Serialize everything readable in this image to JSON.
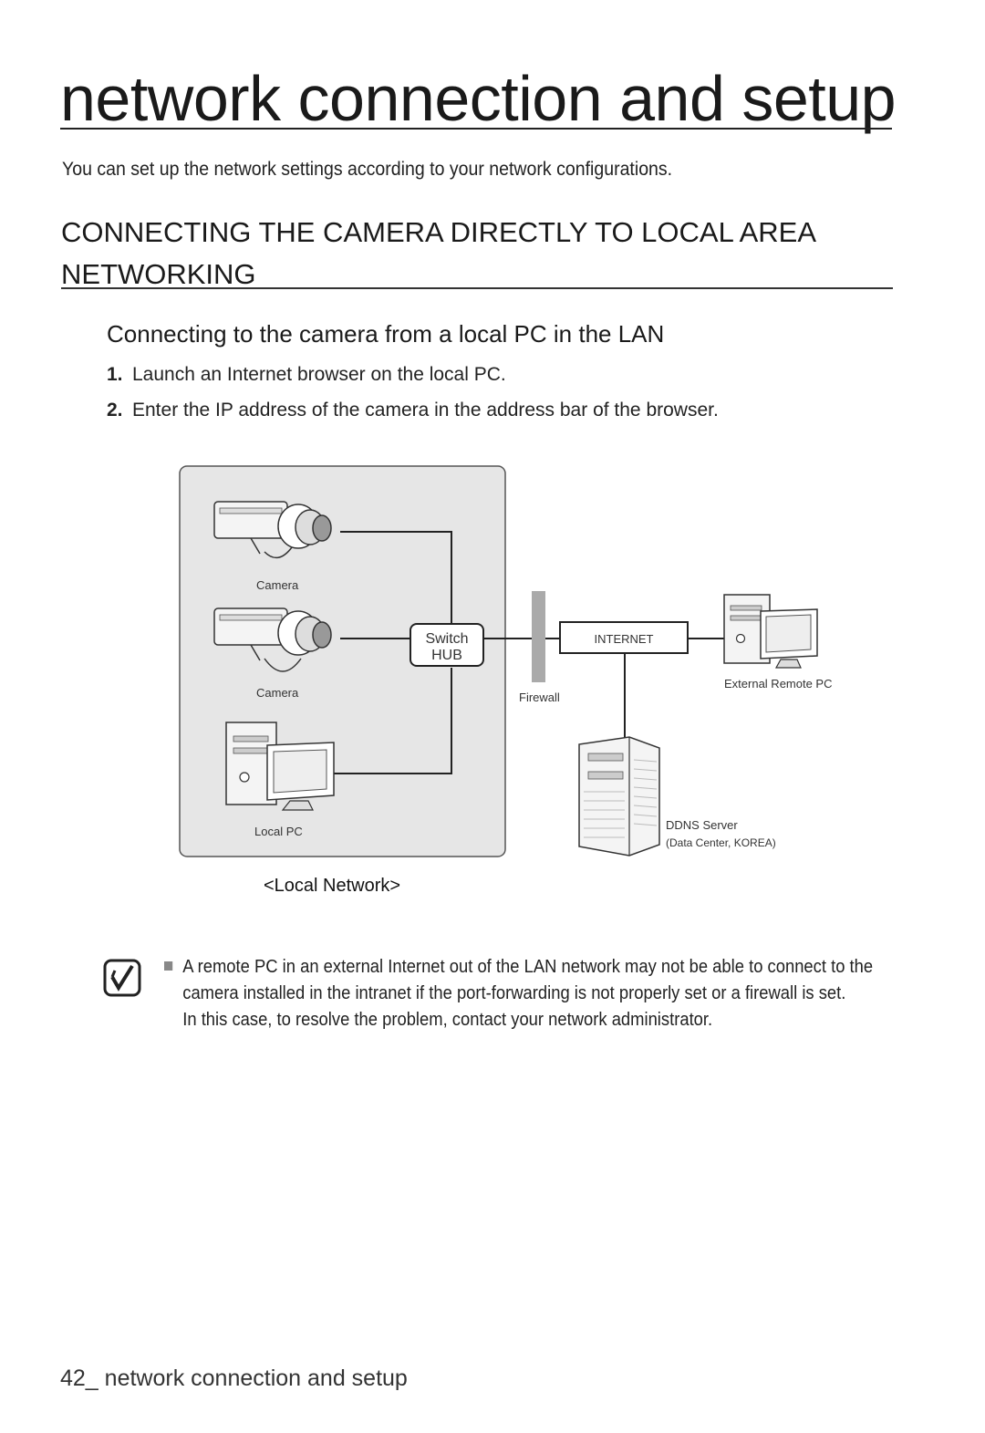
{
  "page": {
    "title": "network connection and setup",
    "intro": "You can set up the network settings according to your network configurations.",
    "section_heading_line1": "CONNECTING THE CAMERA DIRECTLY TO LOCAL AREA",
    "section_heading_line2": "NETWORKING",
    "sub_heading": "Connecting to the camera from a local PC in the LAN",
    "steps": [
      {
        "num": "1.",
        "text": "Launch an Internet browser on the local PC."
      },
      {
        "num": "2.",
        "text": "Enter the IP address of the camera in the address bar of the browser."
      }
    ]
  },
  "diagram": {
    "camera1_label": "Camera",
    "camera2_label": "Camera",
    "local_pc_label": "Local PC",
    "hub_line1": "Switch",
    "hub_line2": "HUB",
    "firewall_label": "Firewall",
    "internet_label": "INTERNET",
    "remote_pc_label": "External Remote PC",
    "ddns_line1": "DDNS Server",
    "ddns_line2": "(Data Center, KOREA)",
    "caption": "<Local Network>"
  },
  "note": {
    "icon": "note-pencil-icon",
    "lines": [
      "A remote PC in an external Internet out of the LAN network may not be able to connect to the",
      "camera installed in the intranet if the port-forwarding is not properly set or a firewall is set.",
      "In this case, to resolve the problem, contact your network administrator."
    ]
  },
  "footer": {
    "page_number": "42_",
    "section": " network connection and setup"
  },
  "colors": {
    "text": "#1a1a1a",
    "local_network_box": "#e6e6e6",
    "firewall": "#aaaaaa"
  }
}
